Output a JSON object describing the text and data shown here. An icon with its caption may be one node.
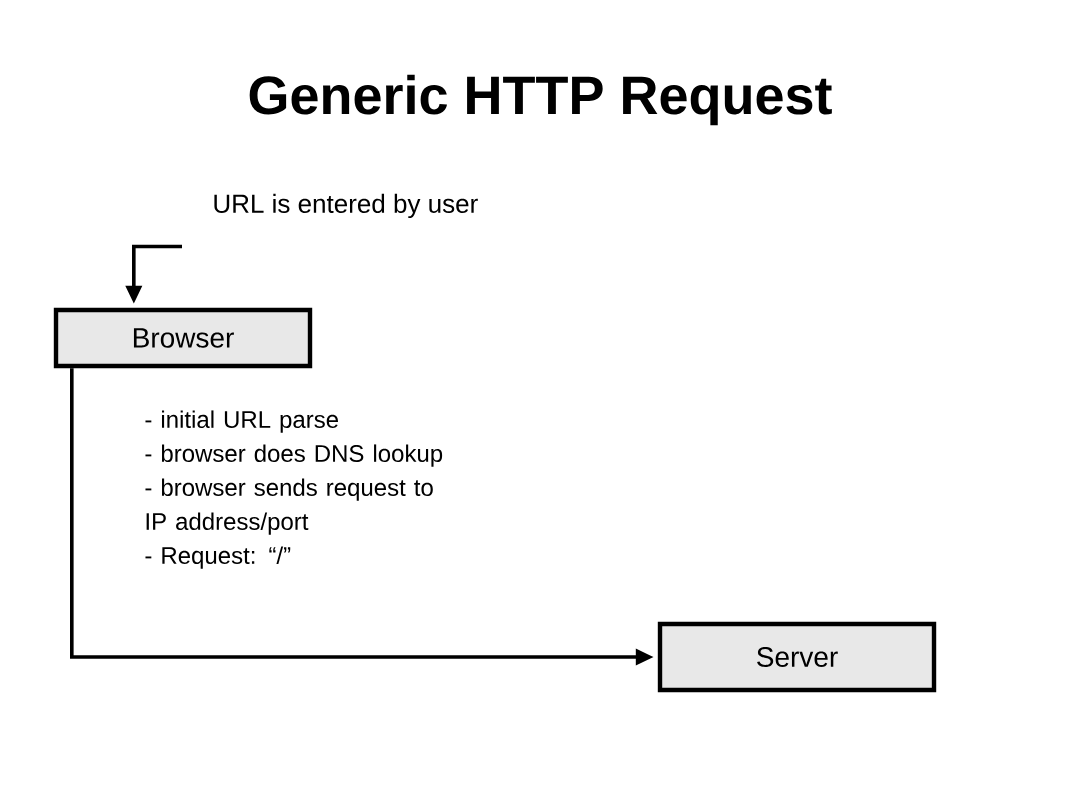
{
  "diagram": {
    "title": "Generic HTTP Request",
    "nodes": [
      {
        "text": [
          "URL is entered by user"
        ]
      },
      {
        "text": [
          "Browser"
        ]
      },
      {
        "text": [
          "Server"
        ]
      }
    ],
    "edges": [
      {
        "from": 0,
        "to": 1,
        "arrow": "to"
      },
      {
        "from": 1,
        "to": 2,
        "arrow": "to"
      }
    ],
    "labels": [
      "- initial URL parse",
      "- browser does DNS lookup",
      "- browser sends request to IP address/port",
      "- Request: “/”"
    ]
  }
}
